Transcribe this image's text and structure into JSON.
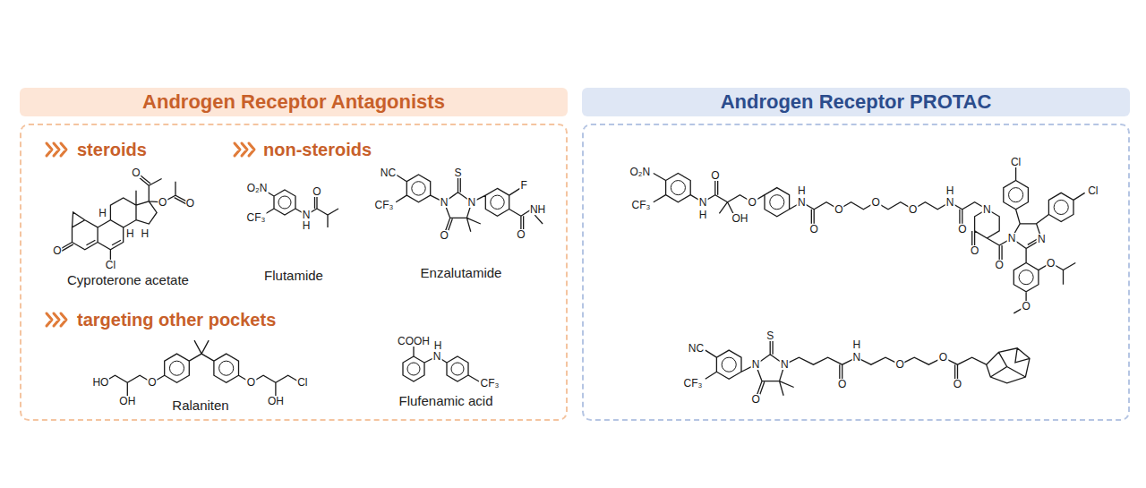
{
  "diagram": {
    "nodes": [
      {
        "text": [
          "Androgen Receptor Antagonists"
        ]
      },
      {
        "text": [
          "Androgen Receptor PROTAC"
        ]
      }
    ],
    "labels": [
      "steroids",
      "non-steroids",
      "targeting other pockets",
      "Cyproterone acetate",
      "Flutamide",
      "Enzalutamide",
      "Ralaniten",
      "Flufenamic acid",
      "O",
      "O",
      "O",
      "O",
      "Cl",
      "H",
      "H",
      "H",
      "O₂N",
      "CF₃",
      "N",
      "H",
      "O",
      "NC",
      "CF₃",
      "N",
      "S",
      "N",
      "O",
      "F",
      "O",
      "NH",
      "HO",
      "OH",
      "O",
      "O",
      "OH",
      "Cl",
      "COOH",
      "H",
      "N",
      "CF₃",
      "O₂N",
      "CF₃",
      "N",
      "H",
      "O",
      "OH",
      "O",
      "N",
      "H",
      "O",
      "O",
      "O",
      "O",
      "N",
      "H",
      "O",
      "N",
      "O",
      "O",
      "N",
      "N",
      "Cl",
      "Cl",
      "O",
      "O",
      "NC",
      "CF₃",
      "N",
      "S",
      "N",
      "O",
      "H",
      "N",
      "O",
      "O",
      "O",
      "O"
    ]
  }
}
